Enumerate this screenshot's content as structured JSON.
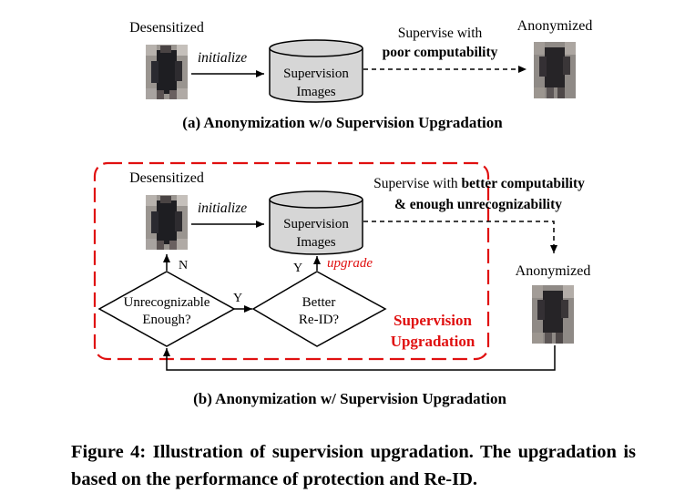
{
  "panel_a": {
    "desensitized_label": "Desensitized",
    "initialize_label": "initialize",
    "db_label_line1": "Supervision",
    "db_label_line2": "Images",
    "supervise_line1": "Supervise with",
    "supervise_line2": "poor computability",
    "anonymized_label": "Anonymized",
    "subcaption": "(a) Anonymization w/o Supervision Upgradation"
  },
  "panel_b": {
    "desensitized_label": "Desensitized",
    "initialize_label": "initialize",
    "db_label_line1": "Supervision",
    "db_label_line2": "Images",
    "supervise_prefix": "Supervise with ",
    "supervise_bold1": "better computability",
    "supervise_line2": "& enough unrecognizability",
    "anonymized_label": "Anonymized",
    "n_label": "N",
    "y_label_upgrade": "Y",
    "y_label_mid": "Y",
    "upgrade_label": "upgrade",
    "diamond1_line1": "Unrecognizable",
    "diamond1_line2": "Enough?",
    "diamond2_line1": "Better",
    "diamond2_line2": "Re-ID?",
    "region_line1": "Supervision",
    "region_line2": "Upgradation",
    "subcaption": "(b) Anonymization w/ Supervision Upgradation"
  },
  "figure_caption": "Figure 4: Illustration of supervision upgradation. The upgradation is based on the performance of protection and Re-ID.",
  "colors": {
    "accent_red": "#e01010",
    "cylinder_fill": "#d6d6d6",
    "stroke": "#000000"
  }
}
